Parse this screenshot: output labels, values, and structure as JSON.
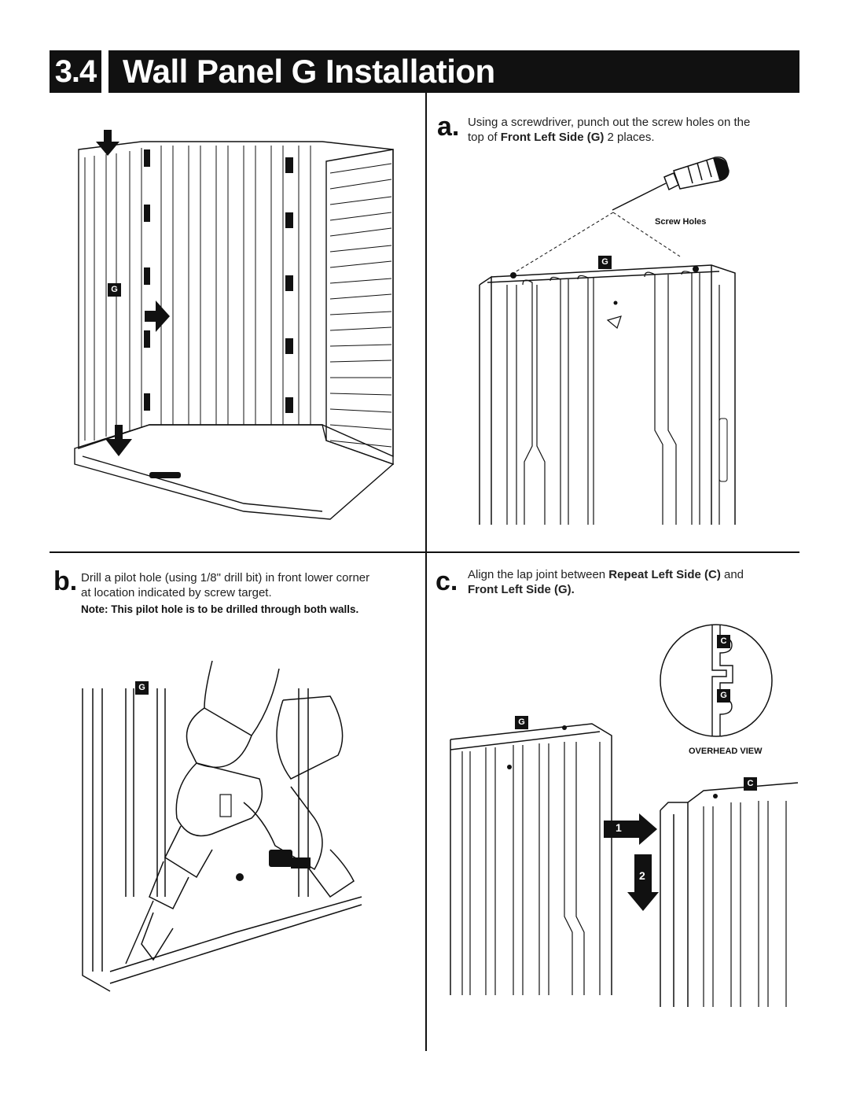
{
  "header": {
    "section_number": "3.4",
    "title": "Wall Panel G Installation"
  },
  "steps": {
    "a": {
      "letter": "a.",
      "line1": "Using a screwdriver, punch out the screw holes on the",
      "line2_prefix": "top of ",
      "line2_bold": "Front Left Side (G)",
      "line2_suffix": " 2 places.",
      "callout": "Screw Holes",
      "tag": "G"
    },
    "b": {
      "letter": "b.",
      "line1": "Drill a pilot hole (using 1/8\" drill bit) in front lower corner",
      "line2": "at location indicated by screw target.",
      "note": "Note: This pilot hole is to be drilled through both walls.",
      "tag": "G"
    },
    "c": {
      "letter": "c.",
      "line1_prefix": "Align the lap joint between ",
      "line1_bold": "Repeat Left Side (C)",
      "line1_suffix": " and",
      "line2_bold": "Front Left Side (G).",
      "overhead_label": "OVERHEAD VIEW",
      "tag_c": "C",
      "tag_g": "G",
      "arrow_1": "1",
      "arrow_2": "2"
    },
    "main_figure": {
      "tag": "G"
    }
  }
}
